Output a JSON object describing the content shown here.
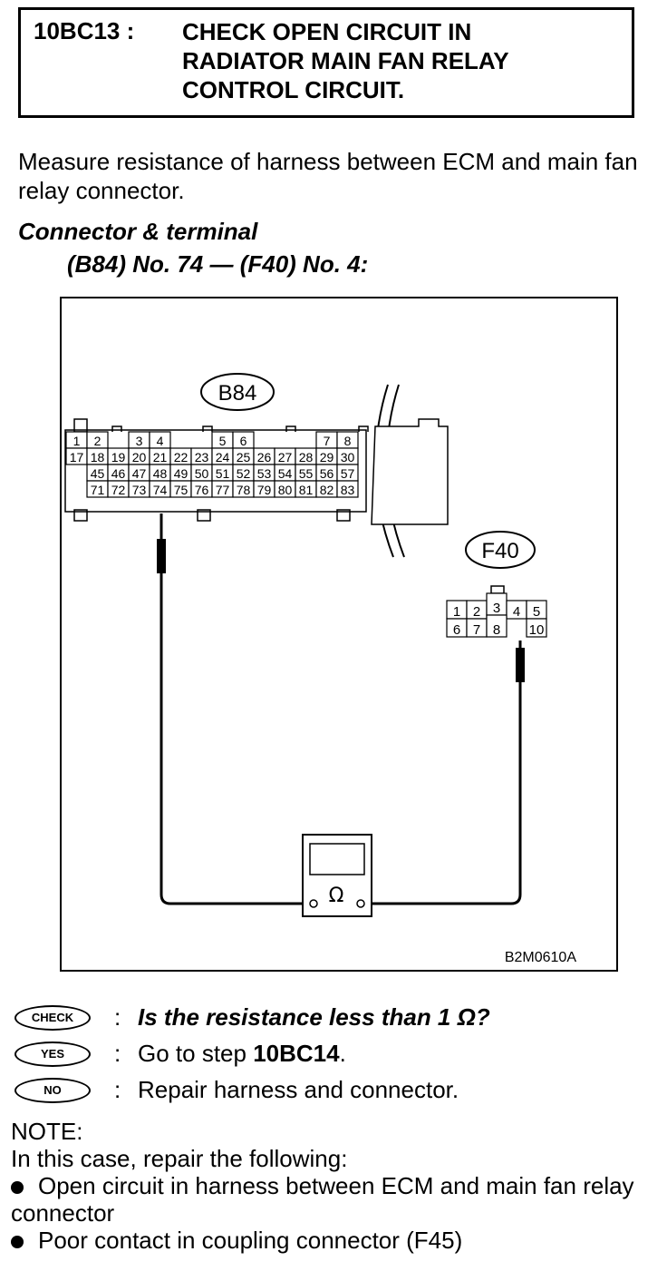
{
  "step": {
    "id": "10BC13 :",
    "title": "CHECK OPEN CIRCUIT IN\nRADIATOR MAIN FAN RELAY\nCONTROL CIRCUIT."
  },
  "intro": "Measure resistance of harness between ECM and main fan relay connector.",
  "connector": {
    "heading": "Connector & terminal",
    "pins": "(B84) No. 74 — (F40) No. 4:"
  },
  "diagram": {
    "b84_label": "B84",
    "f40_label": "F40",
    "b84_rows": [
      [
        "1",
        "2",
        "3",
        "4",
        "5",
        "6",
        "7",
        "8"
      ],
      [
        "17",
        "18",
        "19",
        "20",
        "21",
        "22",
        "23",
        "24",
        "25",
        "26",
        "27",
        "28",
        "29",
        "30"
      ],
      [
        "45",
        "46",
        "47",
        "48",
        "49",
        "50",
        "51",
        "52",
        "53",
        "54",
        "55",
        "56",
        "57"
      ],
      [
        "71",
        "72",
        "73",
        "74",
        "75",
        "76",
        "77",
        "78",
        "79",
        "80",
        "81",
        "82",
        "83"
      ]
    ],
    "f40_rows": [
      [
        "1",
        "2",
        "3",
        "4",
        "5"
      ],
      [
        "6",
        "7",
        "8",
        "10"
      ]
    ],
    "ohm_symbol": "Ω",
    "figure_code": "B2M0610A"
  },
  "check": {
    "badge": "CHECK",
    "colon": ":",
    "question": "Is the resistance less than 1 Ω?"
  },
  "yes": {
    "badge": "YES",
    "colon": ":",
    "prefix": "Go to step ",
    "step": "10BC14",
    "suffix": "."
  },
  "no": {
    "badge": "NO",
    "colon": ":",
    "text": "Repair harness and connector."
  },
  "note": {
    "title": "NOTE:",
    "intro": "In this case, repair the following:",
    "items": [
      "Open circuit in harness between ECM and main fan relay connector",
      "Poor contact in coupling connector (F45)"
    ]
  }
}
